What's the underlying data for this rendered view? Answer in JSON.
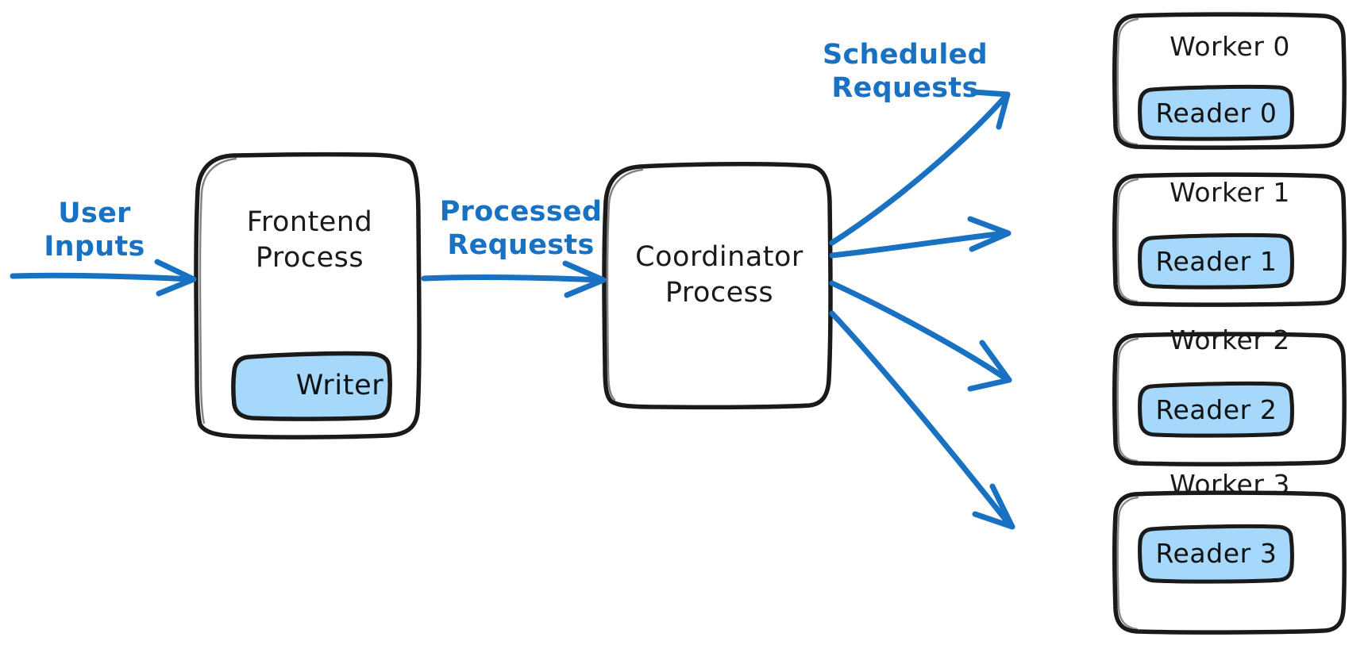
{
  "diagram": {
    "title": "Frontend / Coordinator / Worker process architecture",
    "background_color": "#ffffff",
    "stroke_color": "#1a1a1a",
    "accent_color": "#1971c2",
    "fill_color": "#a5d8fb",
    "style": "hand-drawn"
  },
  "nodes": {
    "frontend": {
      "label": "Frontend\nProcess",
      "inner": {
        "label": "Writer",
        "fill": "#a5d8fb"
      }
    },
    "coordinator": {
      "label": "Coordinator\nProcess"
    },
    "workers": [
      {
        "label": "Worker 0",
        "inner": {
          "label": "Reader 0",
          "fill": "#a5d8fb"
        }
      },
      {
        "label": "Worker 1",
        "inner": {
          "label": "Reader 1",
          "fill": "#a5d8fb"
        }
      },
      {
        "label": "Worker 2",
        "inner": {
          "label": "Reader 2",
          "fill": "#a5d8fb"
        }
      },
      {
        "label": "Worker 3",
        "inner": {
          "label": "Reader 3",
          "fill": "#a5d8fb"
        }
      }
    ]
  },
  "edges": {
    "user_inputs": {
      "label": "User\nInputs",
      "color": "#1971c2"
    },
    "processed_requests": {
      "label": "Processed\nRequests",
      "color": "#1971c2"
    },
    "scheduled_requests": {
      "label": "Scheduled\nRequests",
      "color": "#1971c2"
    }
  }
}
